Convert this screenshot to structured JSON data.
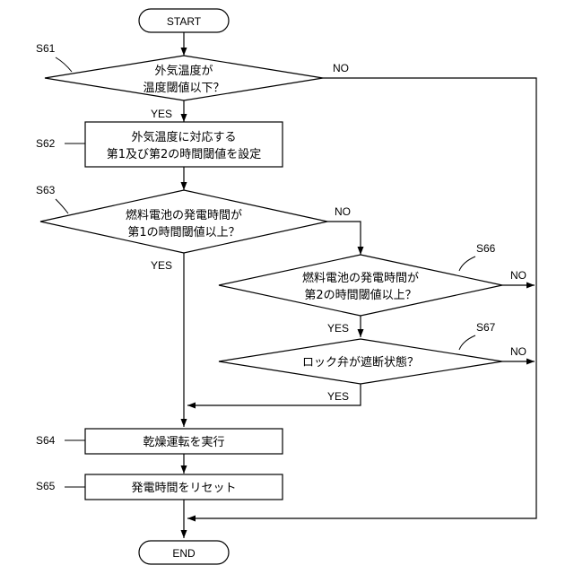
{
  "terminals": {
    "start": "START",
    "end": "END"
  },
  "steps": {
    "s61": {
      "id": "S61",
      "line1": "外気温度が",
      "line2": "温度閾値以下？"
    },
    "s62": {
      "id": "S62",
      "line1": "外気温度に対応する",
      "line2": "第1及び第2の時間閾値を設定"
    },
    "s63": {
      "id": "S63",
      "line1": "燃料電池の発電時間が",
      "line2": "第1の時間閾値以上？"
    },
    "s66": {
      "id": "S66",
      "line1": "燃料電池の発電時間が",
      "line2": "第2の時間閾値以上？"
    },
    "s67": {
      "id": "S67",
      "line1": "ロック弁が遮断状態？"
    },
    "s64": {
      "id": "S64",
      "line1": "乾燥運転を実行"
    },
    "s65": {
      "id": "S65",
      "line1": "発電時間をリセット"
    }
  },
  "branches": {
    "yes": "YES",
    "no": "NO"
  }
}
